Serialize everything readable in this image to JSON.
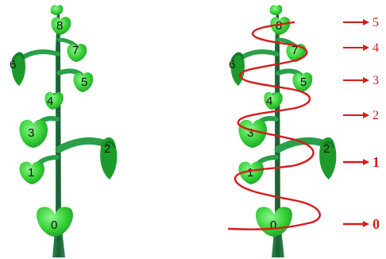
{
  "colors": {
    "leaf": "#2ec82e",
    "leaf_light": "#7ff07f",
    "leaf_dark": "#127a2a",
    "stem": "#1e6b3c",
    "spiral": "#d81b1b",
    "background": "#ffffff"
  },
  "plants": [
    {
      "name": "plant-without-spiral",
      "leaves": [
        "0",
        "1",
        "2",
        "3",
        "4",
        "5",
        "6",
        "7",
        "8"
      ]
    },
    {
      "name": "plant-with-spiral",
      "leaves": [
        "0",
        "1",
        "2",
        "3",
        "4",
        "5",
        "6",
        "7",
        "8"
      ]
    }
  ],
  "turns": [
    {
      "label": "0",
      "bold": true
    },
    {
      "label": "1",
      "bold": true
    },
    {
      "label": "2",
      "bold": false
    },
    {
      "label": "3",
      "bold": false
    },
    {
      "label": "4",
      "bold": false
    },
    {
      "label": "5",
      "bold": false
    }
  ]
}
